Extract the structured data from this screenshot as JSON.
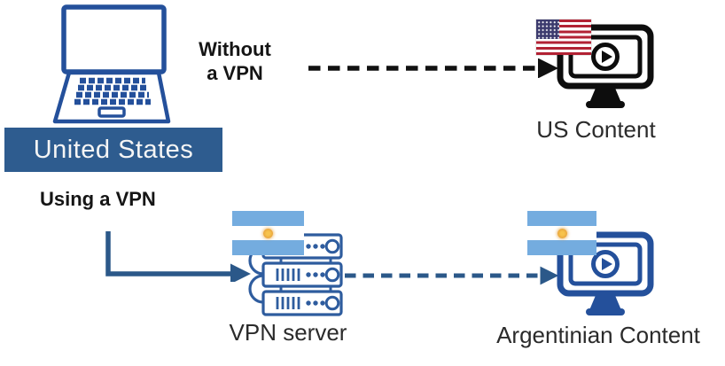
{
  "diagram": {
    "device": {
      "label": "United States"
    },
    "no_vpn": {
      "label_line1": "Without",
      "label_line2": "a VPN",
      "destination": "US Content"
    },
    "vpn": {
      "label": "Using a VPN",
      "server": "VPN server",
      "destination": "Argentinian Content"
    }
  },
  "icons": [
    "laptop-icon",
    "us-flag-icon",
    "argentina-flag-icon",
    "monitor-play-icon",
    "server-stack-icon",
    "dashed-arrow",
    "elbow-arrow"
  ],
  "colors": {
    "icon_blue": "#24509B",
    "server_blue": "#2E5C9E",
    "banner_blue": "#2E5C8F",
    "arrow_blue": "#2B5889",
    "arrow_black": "#111111",
    "monitor_black": "#0D0D0D",
    "flag_ar_blue": "#74ACDF",
    "flag_ar_sun": "#E8A33D",
    "flag_us_red": "#B22234",
    "flag_us_blue": "#3C3B6E",
    "label_text": "#151515",
    "caption_text": "#2B2B2B",
    "banner_text": "#F5F5F5"
  }
}
